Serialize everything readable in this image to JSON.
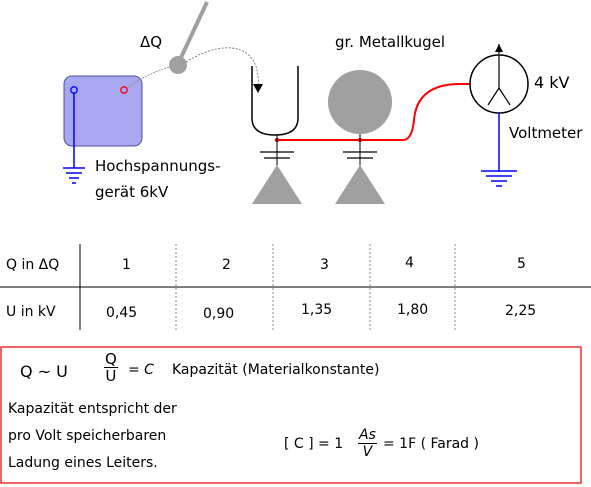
{
  "diagram": {
    "delta_q_label": "ΔQ",
    "sphere_label": "gr. Metallkugel",
    "voltage_reading": "4 kV",
    "voltmeter_label": "Voltmeter",
    "generator_label_line1": "Hochspannungs-",
    "generator_label_line2": "gerät 6kV",
    "colors": {
      "generator_fill": "#a8a8f0",
      "wire": "#ff0000",
      "sphere": "#a0a0a0",
      "ground": "#0000ff"
    }
  },
  "table": {
    "row1_header": "Q in ΔQ",
    "row1_values": [
      "1",
      "2",
      "3",
      "4",
      "5"
    ],
    "row2_header": "U in kV",
    "row2_values": [
      "0,45",
      "0,90",
      "1,35",
      "1,80",
      "2,25"
    ]
  },
  "box": {
    "relation": "Q ~ U",
    "frac_num": "Q",
    "frac_den": "U",
    "equals_c": "= C",
    "capacity_label": "Kapazität (Materialkonstante)",
    "desc_line1": "Kapazität entspricht der",
    "desc_line2": "pro Volt speicherbaren",
    "desc_line3": "Ladung eines Leiters.",
    "unit_prefix": "[ C ] = 1",
    "unit_num": "As",
    "unit_den": "V",
    "unit_suffix": "= 1F  ( Farad )",
    "border_color": "#e53030"
  }
}
